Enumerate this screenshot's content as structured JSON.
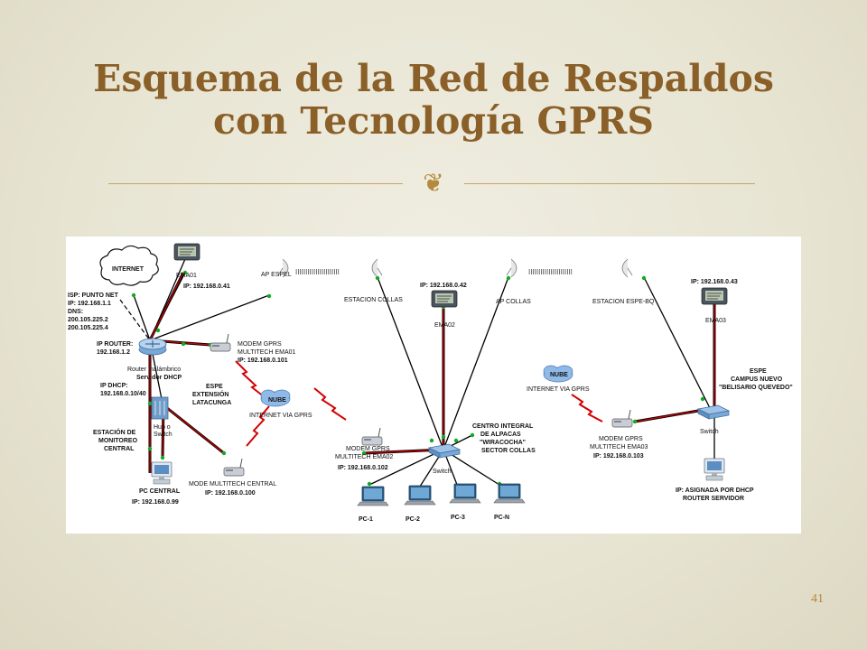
{
  "slide": {
    "title_line1": "Esquema de la Red de Respaldos",
    "title_line2": "con Tecnología GPRS",
    "ornament_icon": "decorative-flourish-icon",
    "page_number": "41",
    "colors": {
      "title": "#8a5f28",
      "accent": "#b58a3d",
      "background": "#e9e6d6"
    }
  },
  "diagram": {
    "internet_cloud": "INTERNET",
    "isp_line1": "ISP: PUNTO NET",
    "isp_line2": "IP: 192.168.1.1",
    "isp_line3": "DNS:",
    "isp_line4": "200.105.225.2",
    "isp_line5": "200.105.225.4",
    "router_ip_line1": "IP ROUTER:",
    "router_ip_line2": "192.168.1.2",
    "router_name_line1": "Router Inalámbrico",
    "router_name_line2": "Servidor DHCP",
    "dhcp_line1": "IP DHCP:",
    "dhcp_line2": "192.168.0.10/40",
    "ema01_name": "EMA01",
    "ema01_ip": "IP: 192.168.0.41",
    "ap_espel": "AP ESPEL",
    "estacion_collas": "ESTACION COLLAS",
    "ema02_ip": "IP: 192.168.0.42",
    "ema02_name": "EMA02",
    "ap_collas": "AP COLLAS",
    "estacion_espe_bq": "ESTACION ESPE-BQ",
    "ema03_ip": "IP: 192.168.0.43",
    "ema03_name": "EMA03",
    "modem1_line1": "MODEM GPRS",
    "modem1_line2": "MULTITECH EMA01",
    "modem1_line3": "IP: 192.168.0.101",
    "espe_lat_line1": "ESPE",
    "espe_lat_line2": "EXTENSIÓN",
    "espe_lat_line3": "LATACUNGA",
    "nube1": "NUBE",
    "internet_gprs1": "INTERNET VIA GPRS",
    "hub_line1": "Hub o",
    "hub_line2": "Switch",
    "estacion_mon_line1": "ESTACIÓN DE",
    "estacion_mon_line2": "MONITOREO",
    "estacion_mon_line3": "CENTRAL",
    "pc_central": "PC CENTRAL",
    "pc_central_ip": "IP: 192.168.0.99",
    "mode_central": "MODE MULTITECH CENTRAL",
    "mode_central_ip": "IP: 192.168.0.100",
    "modem2_line1": "MODEM GPRS",
    "modem2_line2": "MULTITECH EMA02",
    "modem2_line3": "IP: 192.168.0.102",
    "centro_line1": "CENTRO INTEGRAL",
    "centro_line2": "DE ALPACAS",
    "centro_line3": "\"WIRACOCHA\"",
    "centro_line4": "SECTOR COLLAS",
    "switch_center": "Switch",
    "pc1": "PC-1",
    "pc2": "PC-2",
    "pc3": "PC-3",
    "pcn": "PC-N",
    "nube2": "NUBE",
    "internet_gprs2": "INTERNET VIA GPRS",
    "modem3_line1": "MODEM GPRS",
    "modem3_line2": "MULTITECH EMA03",
    "modem3_line3": "IP: 192.168.0.103",
    "espe_cn_line1": "ESPE",
    "espe_cn_line2": "CAMPUS NUEVO",
    "espe_cn_line3": "\"BELISARIO QUEVEDO\"",
    "switch_right": "Switch",
    "ip_asig_line1": "IP: ASIGNADA POR DHCP",
    "ip_asig_line2": "ROUTER SERVIDOR"
  }
}
